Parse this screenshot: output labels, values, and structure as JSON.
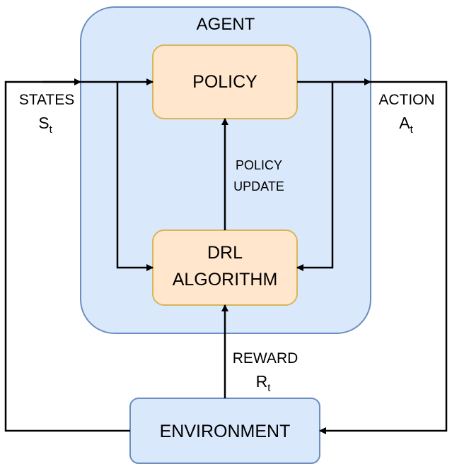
{
  "agent": {
    "label": "AGENT"
  },
  "policy": {
    "label": "POLICY"
  },
  "drl_algorithm": {
    "line1": "DRL",
    "line2": "ALGORITHM"
  },
  "environment": {
    "label": "ENVIRONMENT"
  },
  "states": {
    "label": "STATES",
    "symbol": "S",
    "subscript": "t"
  },
  "action": {
    "label": "ACTION",
    "symbol": "A",
    "subscript": "t"
  },
  "policy_update": {
    "line1": "POLICY",
    "line2": "UPDATE"
  },
  "reward": {
    "label": "REWARD",
    "symbol": "R",
    "subscript": "t"
  },
  "colors": {
    "agent_fill": "#dae8fc",
    "agent_stroke": "#6c8ebf",
    "block_fill": "#ffe6cc",
    "block_stroke": "#d6b656",
    "env_fill": "#dae8fc",
    "env_stroke": "#6c8ebf",
    "arrow": "#000000"
  }
}
